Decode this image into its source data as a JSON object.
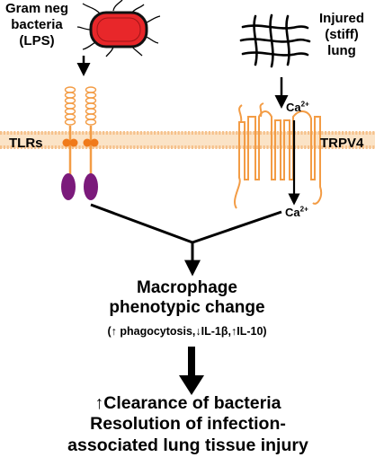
{
  "source": {
    "bacteria_lines": [
      "Gram neg",
      "bacteria",
      "(LPS)"
    ],
    "injury_lines": [
      "Injured",
      "(stiff)",
      "lung"
    ]
  },
  "receptors": {
    "tlrs": "TLRs",
    "trpv4": "TRPV4"
  },
  "ions": {
    "ca_top": {
      "text": "Ca",
      "sup": "2+"
    },
    "ca_bottom": {
      "text": "Ca",
      "sup": "2+"
    }
  },
  "outcome": {
    "title_line1": "Macrophage",
    "title_line2": "phenotypic change",
    "effects_open": "(",
    "up_arrow": "↑",
    "down_arrow": "↓",
    "phagocytosis": "phagocytosis,",
    "il1b": "IL-1β,",
    "il10": "IL-10)"
  },
  "result": {
    "up_arrow": "↑",
    "line1": "Clearance of bacteria",
    "line2": "Resolution of infection-",
    "line3": "associated lung tissue injury"
  },
  "colors": {
    "membrane": "#F5C08A",
    "receptor_outline": "#F39C45",
    "tlr_adaptor": "#7B1A7B",
    "bacterium_body": "#E8272A",
    "text": "#000000"
  }
}
